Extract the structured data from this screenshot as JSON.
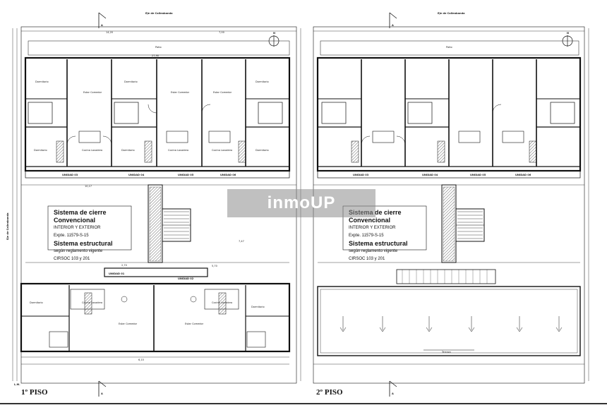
{
  "plan_left": {
    "floor_label": "1º PISO",
    "street_top": "Eje de Calleabanda",
    "street_side": "Eje de Calleabanda",
    "patio": "Patio",
    "north": "N",
    "cut": "A",
    "level": "L.M.",
    "units_top": [
      "UNIDAD 03",
      "UNIDAD 04",
      "UNIDAD 05",
      "UNIDAD 06"
    ],
    "units_bottom": [
      "UNIDAD 01",
      "UNIDAD 02"
    ],
    "rooms": [
      "Dormitorio",
      "Estar Comedor",
      "Cocina Lavadero"
    ],
    "dims": [
      "14,20",
      "7,00",
      "27,90",
      "10,17",
      "7,47",
      "2,70",
      "6,10",
      "5,70"
    ],
    "note": {
      "line1": "Sistema de cierre",
      "line2": "Convencional",
      "line3": "INTERIOR Y EXTERIOR",
      "line4": "Expte. 11579-S-15",
      "line5": "Sistema estructural",
      "line6": "según reglamento vigente",
      "line7": "CIRSOC 103 y 201"
    }
  },
  "plan_right": {
    "floor_label": "2º PISO",
    "street_top": "Eje de Calleabanda",
    "patio": "Patio",
    "north": "N",
    "cut": "A",
    "units_top": [
      "UNIDAD 03",
      "UNIDAD 04",
      "UNIDAD 05",
      "UNIDAD 06"
    ],
    "terraza": "Terraza",
    "note": {
      "line1": "Sistema de cierre",
      "line2": "Convencional",
      "line3": "INTERIOR Y EXTERIOR",
      "line4": "Expte. 11579-S-15",
      "line5": "Sistema estructural",
      "line6": "según reglamento vigente",
      "line7": "CIRSOC 103 y 201"
    }
  },
  "watermark": "inmoUP"
}
